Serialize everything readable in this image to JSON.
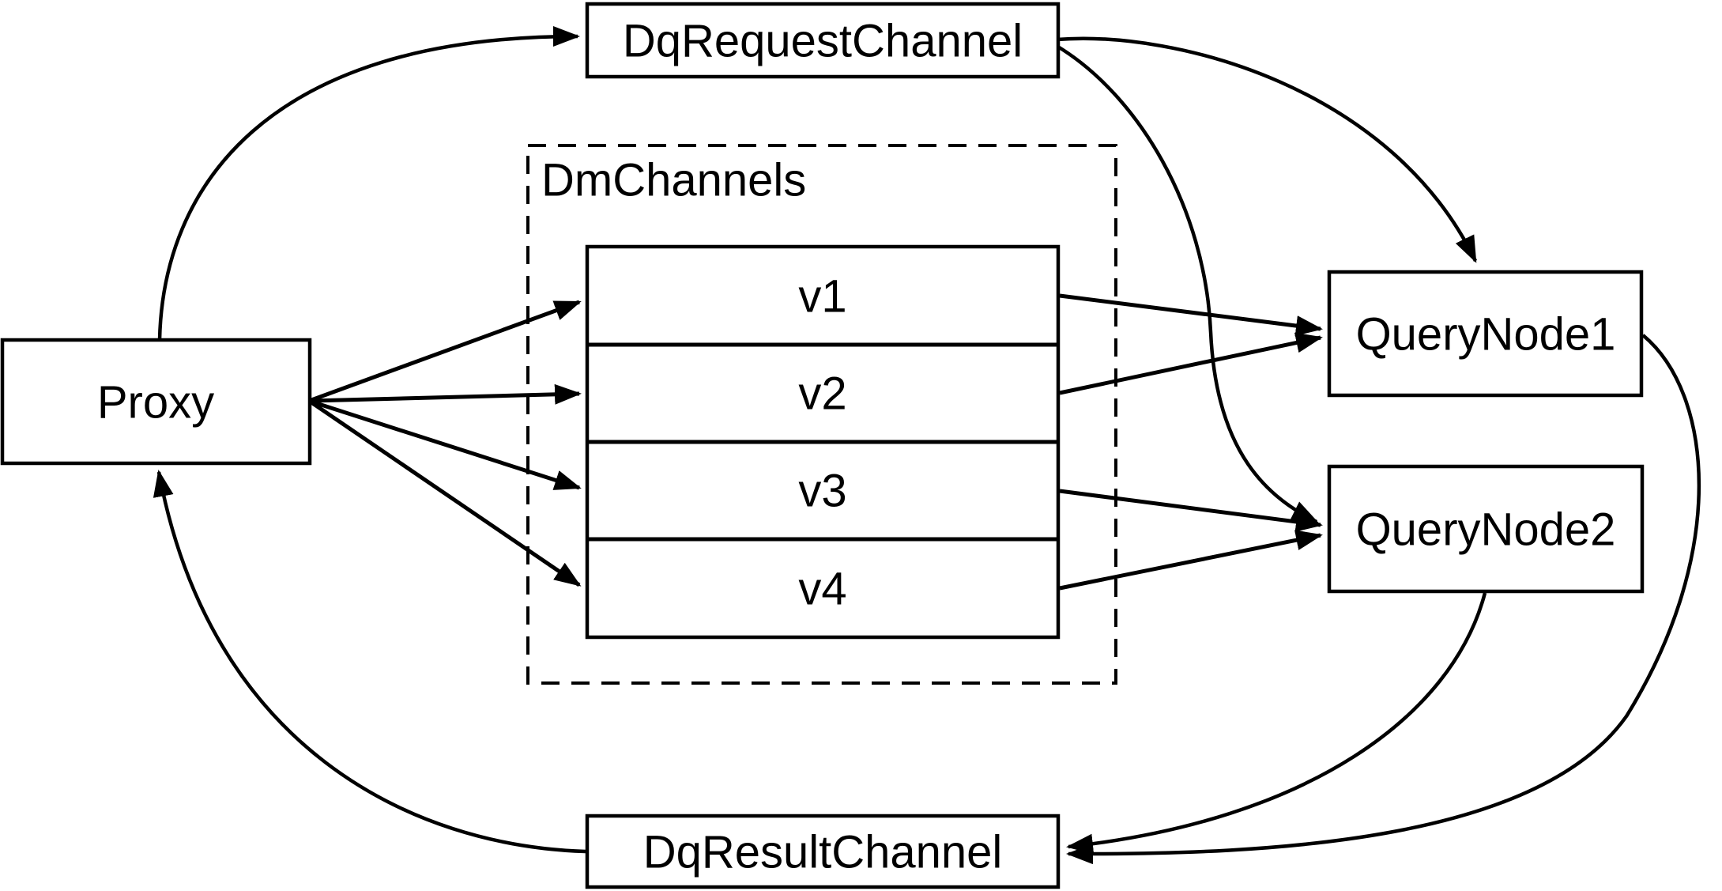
{
  "diagram": {
    "background_color": "#ffffff",
    "line_color": "#000000",
    "nodes": {
      "proxy": {
        "label": "Proxy"
      },
      "dq_request_channel": {
        "label": "DqRequestChannel"
      },
      "dm_channels": {
        "label": "DmChannels",
        "channels": [
          "v1",
          "v2",
          "v3",
          "v4"
        ]
      },
      "query_node_1": {
        "label": "QueryNode1"
      },
      "query_node_2": {
        "label": "QueryNode2"
      },
      "dq_result_channel": {
        "label": "DqResultChannel"
      }
    },
    "edges": [
      {
        "from": "Proxy",
        "to": "DqRequestChannel"
      },
      {
        "from": "DqRequestChannel",
        "to": "QueryNode1"
      },
      {
        "from": "DqRequestChannel",
        "to": "QueryNode2"
      },
      {
        "from": "Proxy",
        "to": "v1"
      },
      {
        "from": "Proxy",
        "to": "v2"
      },
      {
        "from": "Proxy",
        "to": "v3"
      },
      {
        "from": "Proxy",
        "to": "v4"
      },
      {
        "from": "v1",
        "to": "QueryNode1"
      },
      {
        "from": "v2",
        "to": "QueryNode1"
      },
      {
        "from": "v3",
        "to": "QueryNode2"
      },
      {
        "from": "v4",
        "to": "QueryNode2"
      },
      {
        "from": "QueryNode1",
        "to": "DqResultChannel"
      },
      {
        "from": "QueryNode2",
        "to": "DqResultChannel"
      },
      {
        "from": "DqResultChannel",
        "to": "Proxy"
      }
    ]
  }
}
